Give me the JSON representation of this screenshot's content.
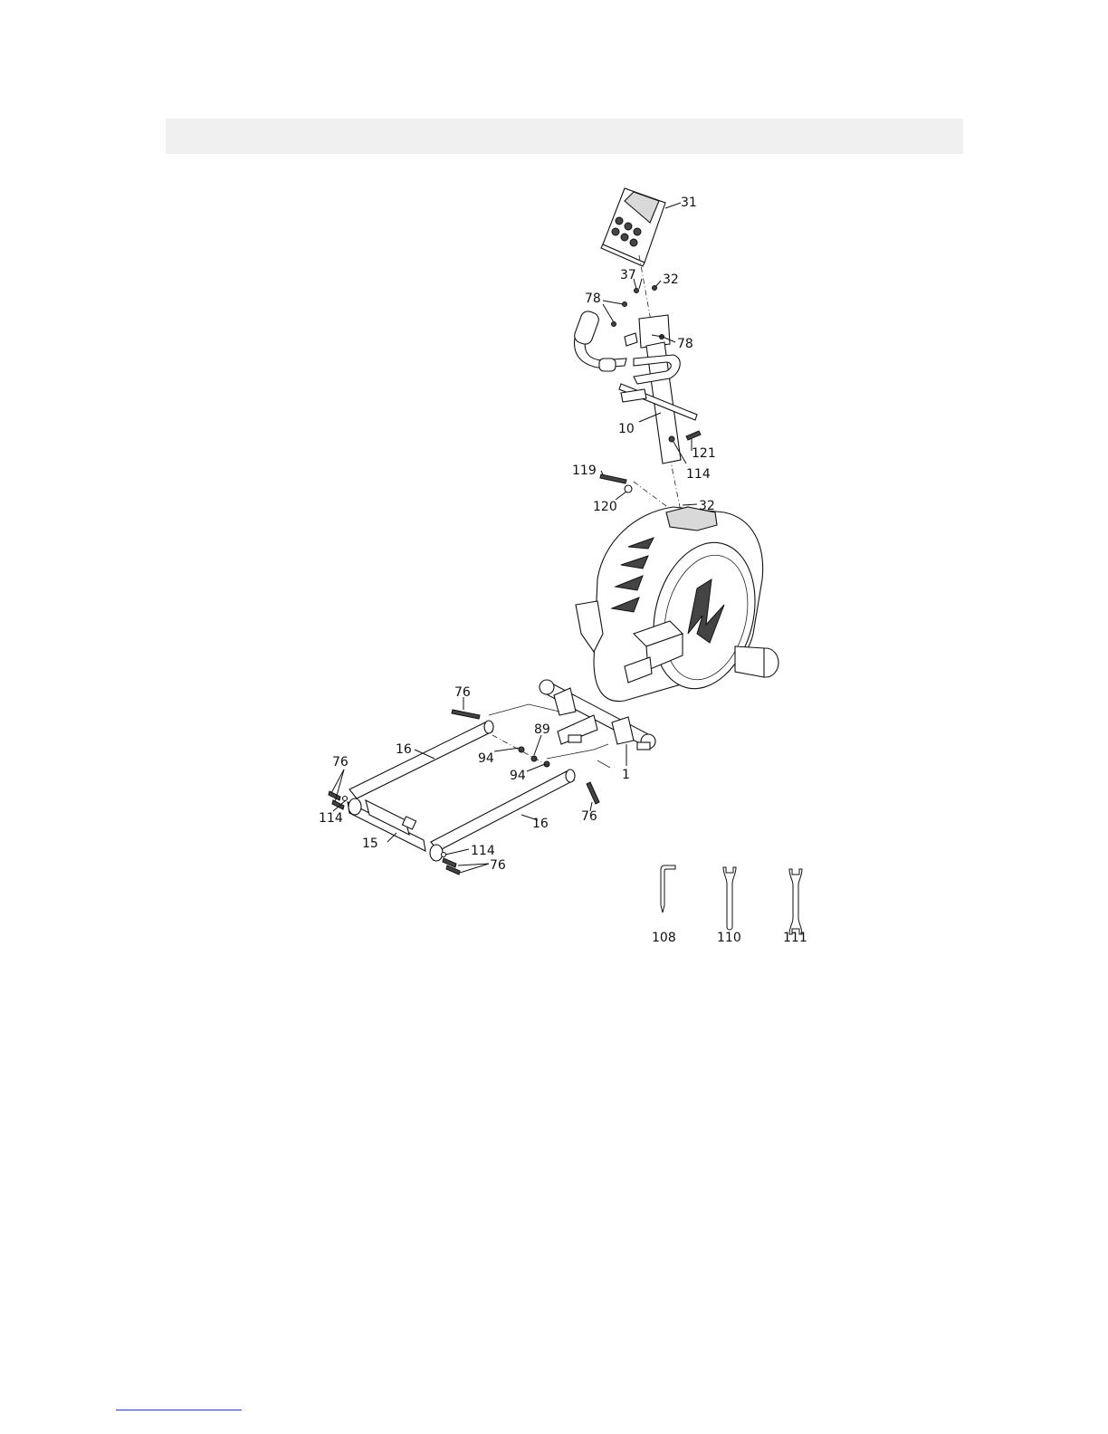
{
  "header": {
    "text": ""
  },
  "callouts": {
    "c31": "31",
    "c37": "37",
    "c32a": "32",
    "c78a": "78",
    "c78b": "78",
    "c10": "10",
    "c121": "121",
    "c114a": "114",
    "c119": "119",
    "c120": "120",
    "c32b": "32",
    "c76a": "76",
    "c89": "89",
    "c16a": "16",
    "c94a": "94",
    "c94b": "94",
    "c1": "1",
    "c76b": "76",
    "c114b": "114",
    "c76c": "76",
    "c16b": "16",
    "c15": "15",
    "c114c": "114",
    "c76d": "76"
  },
  "tools": [
    {
      "label": "108",
      "icon": "allen-key-icon"
    },
    {
      "label": "110",
      "icon": "wrench-icon"
    },
    {
      "label": "111",
      "icon": "double-wrench-icon"
    }
  ],
  "footer": {
    "link_text": ""
  }
}
